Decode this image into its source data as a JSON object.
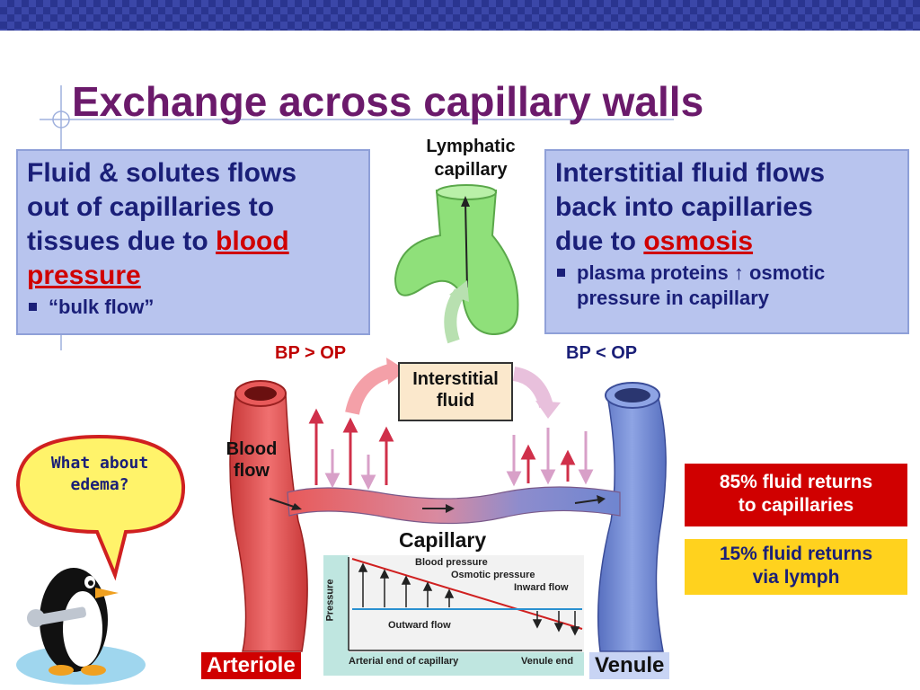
{
  "slide": {
    "title": "Exchange across capillary walls"
  },
  "left_box": {
    "line1": "Fluid & solutes flows",
    "line2": "out of capillaries to",
    "line3_prefix": "tissues due to ",
    "line3_highlight": "blood",
    "line4_highlight": "pressure",
    "bullet": "“bulk flow”"
  },
  "right_box": {
    "line1": "Interstitial fluid flows",
    "line2": "back into capillaries",
    "line3_prefix": "due to ",
    "line3_highlight": "osmosis",
    "bullet_line1": "plasma proteins ↑ osmotic",
    "bullet_line2": "pressure in capillary"
  },
  "diagram": {
    "lymphatic_line1": "Lymphatic",
    "lymphatic_line2": "capillary",
    "bp_gt_op": "BP > OP",
    "bp_lt_op": "BP < OP",
    "interstitial_line1": "Interstitial",
    "interstitial_line2": "fluid",
    "blood_flow_line1": "Blood",
    "blood_flow_line2": "flow",
    "capillary": "Capillary",
    "arteriole": "Arteriole",
    "venule": "Venule"
  },
  "graph": {
    "y_label": "Pressure",
    "blood_pressure": "Blood pressure",
    "osmotic_pressure": "Osmotic pressure",
    "inward_flow": "Inward flow",
    "outward_flow": "Outward flow",
    "x_left": "Arterial end of capillary",
    "x_right": "Venule end"
  },
  "notes": {
    "returns_capillaries_line1": "85% fluid returns",
    "returns_capillaries_line2": "to capillaries",
    "returns_lymph_line1": "15% fluid returns",
    "returns_lymph_line2": "via lymph"
  },
  "speech_bubble": {
    "line1": "What about",
    "line2": "edema?"
  },
  "colors": {
    "title": "#6b1a6b",
    "box_text": "#1a1f78",
    "highlight": "#d00000",
    "box_bg": "#b8c4ee",
    "red_note": "#d00000",
    "yellow_note": "#ffd21e"
  }
}
